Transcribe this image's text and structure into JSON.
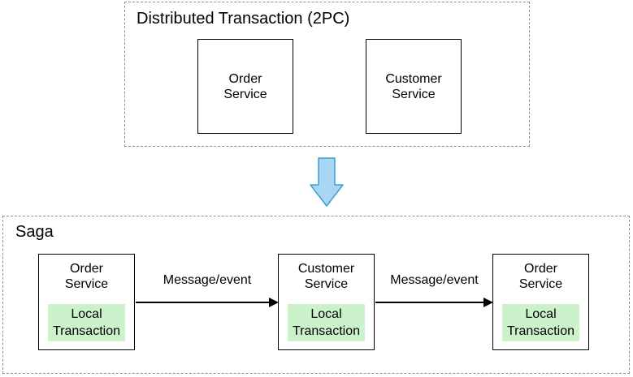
{
  "top_group": {
    "title": "Distributed Transaction (2PC)",
    "nodes": [
      {
        "label": "Order\nService"
      },
      {
        "label": "Customer\nService"
      }
    ]
  },
  "transition_arrow": {
    "icon": "down-arrow-icon",
    "direction": "down"
  },
  "bottom_group": {
    "title": "Saga",
    "nodes": [
      {
        "service": "Order\nService",
        "local_transaction": "Local\nTransaction"
      },
      {
        "service": "Customer\nService",
        "local_transaction": "Local\nTransaction"
      },
      {
        "service": "Order\nService",
        "local_transaction": "Local\nTransaction"
      }
    ],
    "edges": [
      {
        "label": "Message/event"
      },
      {
        "label": "Message/event"
      }
    ]
  },
  "colors": {
    "local_transaction_fill": "#ccf2cc",
    "container_border": "#8f8f8f",
    "node_border": "#000000",
    "arrow_fill": "#a9d6f2",
    "arrow_stroke": "#3b9fd8"
  }
}
